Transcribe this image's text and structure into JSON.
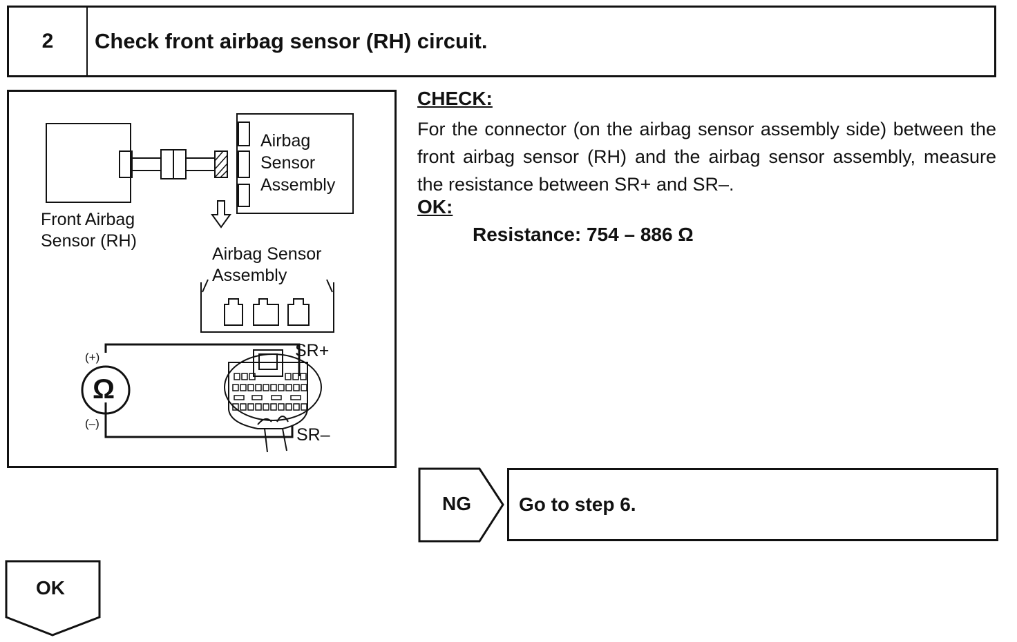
{
  "header": {
    "step_number": "2",
    "title": "Check front airbag sensor (RH) circuit."
  },
  "diagram": {
    "front_sensor_label_1": "Front Airbag",
    "front_sensor_label_2": "Sensor (RH)",
    "assembly_top_1": "Airbag",
    "assembly_top_2": "Sensor",
    "assembly_top_3": "Assembly",
    "assembly_mid_1": "Airbag Sensor",
    "assembly_mid_2": "Assembly",
    "plus_terminal": "(+)",
    "minus_terminal": "(–)",
    "ohm_symbol": "Ω",
    "sr_plus": "SR+",
    "sr_minus": "SR–"
  },
  "check": {
    "heading": "CHECK:",
    "text": "For the connector (on the airbag sensor assembly side) between the front airbag sensor (RH) and the airbag sensor assembly, measure the resistance between SR+ and SR–."
  },
  "ok_spec": {
    "heading": "OK:",
    "value": "Resistance: 754  – 886 Ω"
  },
  "ng_result": {
    "label": "NG",
    "action": "Go to step 6."
  },
  "ok_result": {
    "label": "OK"
  }
}
